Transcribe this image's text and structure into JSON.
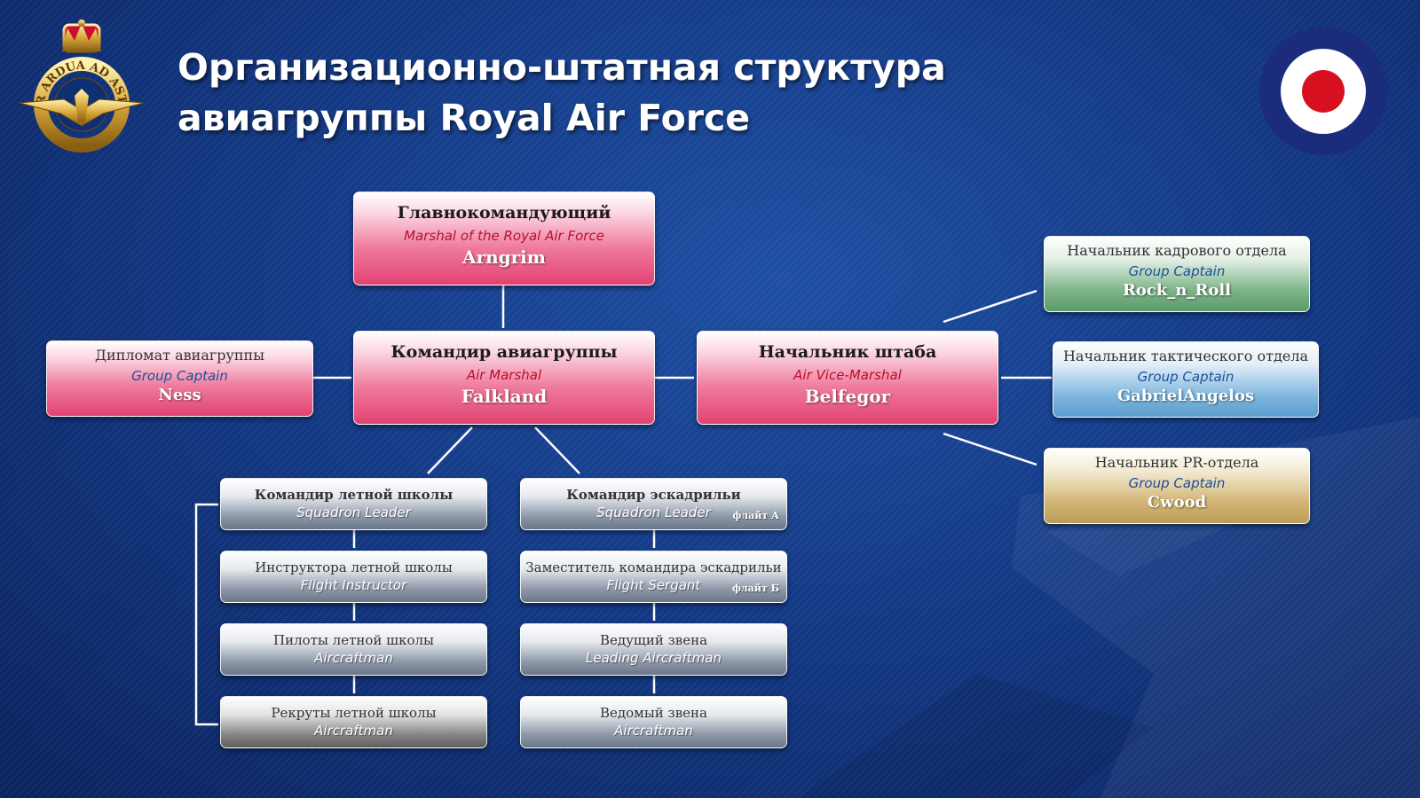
{
  "header": {
    "title_line1": "Организационно-штатная структура",
    "title_line2": "авиагруппы Royal Air Force",
    "emblem_text": "PER ARDUA AD ASTRA"
  },
  "colors": {
    "background": "#143a86",
    "command_box": "#e14371",
    "hr_box": "#5d9b6b",
    "tactical_box": "#5a9ccc",
    "pr_box": "#bc9d57",
    "unit_box": "#6b7688",
    "roundel_outer": "#1a2c7a",
    "roundel_inner": "#d7101f"
  },
  "nodes": {
    "commander_in_chief": {
      "title": "Главнокомандующий",
      "rank": "Marshal of the Royal Air Force",
      "name": "Arngrim"
    },
    "group_commander": {
      "title": "Командир авиагруппы",
      "rank": "Air Marshal",
      "name": "Falkland"
    },
    "chief_of_staff": {
      "title": "Начальник штаба",
      "rank": "Air Vice-Marshal",
      "name": "Belfegor"
    },
    "diplomat": {
      "title": "Дипломат авиагруппы",
      "rank": "Group Captain",
      "name": "Ness"
    },
    "hr_chief": {
      "title": "Начальник кадрового отдела",
      "rank": "Group Captain",
      "name": "Rock_n_Roll"
    },
    "tactical_chief": {
      "title": "Начальник тактического отдела",
      "rank": "Group Captain",
      "name": "GabrielAngelos"
    },
    "pr_chief": {
      "title": "Начальник PR-отдела",
      "rank": "Group Captain",
      "name": "Cwood"
    }
  },
  "flight_school": [
    {
      "title": "Командир летной школы",
      "rank": "Squadron Leader"
    },
    {
      "title": "Инструктора летной школы",
      "rank": "Flight Instructor"
    },
    {
      "title": "Пилоты летной школы",
      "rank": "Aircraftman"
    },
    {
      "title": "Рекруты летной школы",
      "rank": "Aircraftman"
    }
  ],
  "squadron": [
    {
      "title": "Командир эскадрильи",
      "rank": "Squadron Leader",
      "flight": "флайт А"
    },
    {
      "title": "Заместитель командира эскадрильи",
      "rank": "Flight Sergant",
      "flight": "флайт Б"
    },
    {
      "title": "Ведущий звена",
      "rank": "Leading Aircraftman"
    },
    {
      "title": "Ведомый звена",
      "rank": "Aircraftman"
    }
  ]
}
